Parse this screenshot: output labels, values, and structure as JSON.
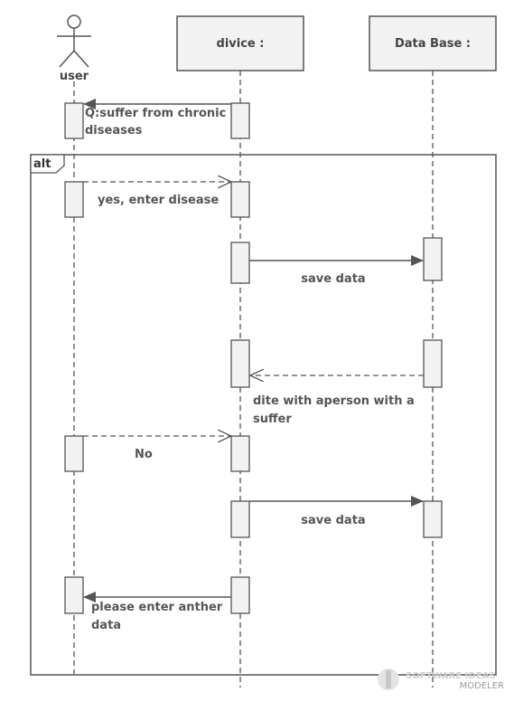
{
  "participants": {
    "user": "user",
    "device": "divice :",
    "database": "Data Base :"
  },
  "fragment": {
    "operator": "alt"
  },
  "messages": {
    "m1": [
      "Q:suffer from chronic",
      "diseases"
    ],
    "m2": [
      "yes, enter disease"
    ],
    "m3": [
      "save data"
    ],
    "m4": [
      "dite with aperson with a",
      "suffer"
    ],
    "m5": [
      "No"
    ],
    "m6": [
      "save data"
    ],
    "m7": [
      "please enter anther",
      "data"
    ]
  },
  "watermark": {
    "line1": "SOFTWARE IDEAS",
    "line2": "MODELER"
  },
  "colors": {
    "line": "#555555",
    "box_fill": "#f2f2f2",
    "box_stroke": "#555555"
  }
}
